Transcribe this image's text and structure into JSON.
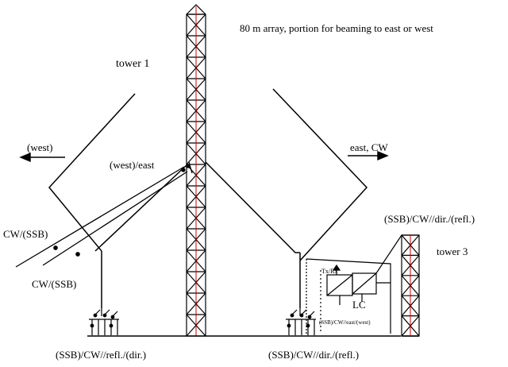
{
  "diagram": {
    "title": "80 m array, portion for beaming to east or west",
    "labels": {
      "tower1": "tower 1",
      "tower3": "tower 3",
      "west": "(west)",
      "east_cw": "east, CW",
      "west_east": "(west)/east",
      "cw_ssb_upper": "CW/(SSB)",
      "cw_ssb_lower": "CW/(SSB)",
      "tower3_switch": "(SSB)/CW//dir./(refl.)",
      "txrx": "Tx/Rx",
      "lc": "LC",
      "box_switch": "(SSB)/CW//east/(west)",
      "bottom_left": "(SSB)/CW//refl./(dir.)",
      "bottom_right": "(SSB)/CW//dir./(refl.)"
    },
    "colors": {
      "line": "#000000",
      "tower_core": "#cc0000"
    }
  }
}
